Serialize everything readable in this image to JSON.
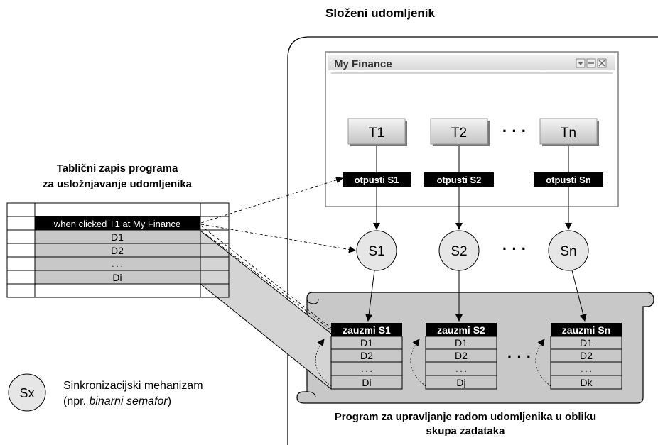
{
  "composite_title": "Složeni udomljenik",
  "table_title": [
    "Tablični zapis programa",
    "za usložnjavanje udomljenika"
  ],
  "table_rows": [
    "when clicked T1 at My Finance",
    "D1",
    "D2",
    ". . .",
    "Di"
  ],
  "window": {
    "title": "My Finance",
    "buttons": [
      "T1",
      "T2",
      "Tn"
    ],
    "button_dots": "· · ·",
    "release_labels": [
      "otpusti S1",
      "otpusti S2",
      "otpusti Sn"
    ]
  },
  "semaphores": [
    "S1",
    "S2",
    "Sn"
  ],
  "semaphore_dots": "· · ·",
  "tasks": [
    {
      "header": "zauzmi S1",
      "rows": [
        "D1",
        "D2",
        ". . .",
        "Di"
      ]
    },
    {
      "header": "zauzmi S2",
      "rows": [
        "D1",
        "D2",
        ". . .",
        "Dj"
      ]
    },
    {
      "header": "zauzmi Sn",
      "rows": [
        "D1",
        "D2",
        ". . .",
        "Dk"
      ]
    }
  ],
  "task_dots": "· · ·",
  "scroll_caption": [
    "Program za upravljanje radom udomljenika u obliku",
    "skupa zadataka"
  ],
  "legend": {
    "symbol": "Sx",
    "text_line1": "Sinkronizacijski mehanizam",
    "text_line2_prefix": "(npr. ",
    "text_line2_italic": "binarni semafor",
    "text_line2_suffix": ")"
  },
  "colors": {
    "gray_fill": "#c8c8c8",
    "circle_fill": "#e6e6e6",
    "black": "#000000"
  }
}
